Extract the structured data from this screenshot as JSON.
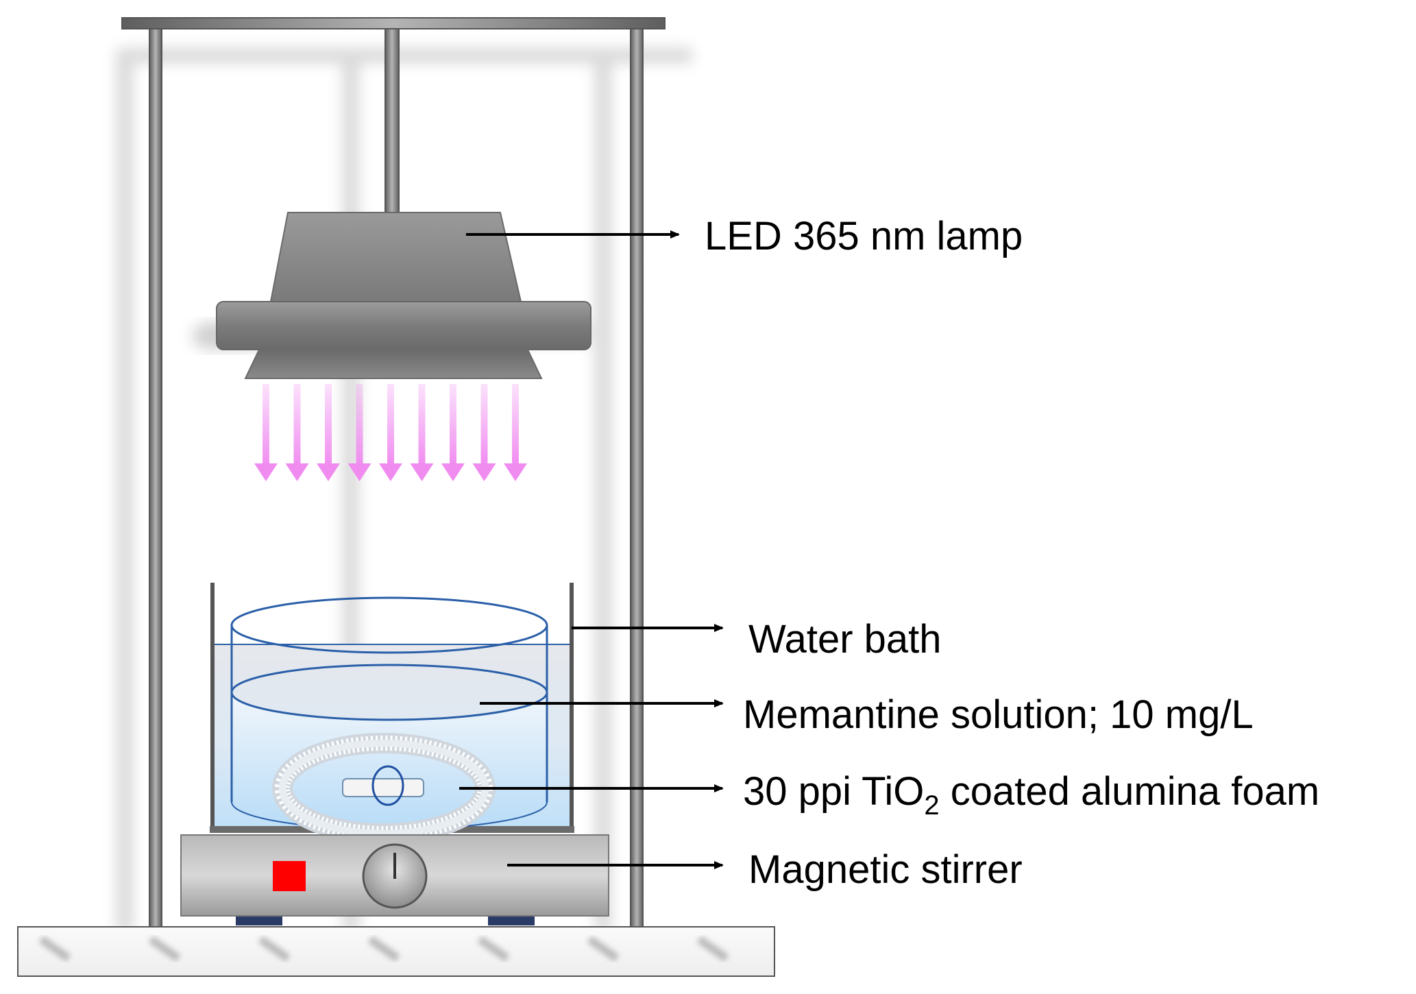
{
  "labels": {
    "lamp": "LED 365 nm lamp",
    "water_bath": "Water bath",
    "solution": "Memantine solution; 10 mg/L",
    "foam_prefix": "30 ppi TiO",
    "foam_subscript": "2",
    "foam_suffix": " coated alumina foam",
    "stirrer": "Magnetic stirrer"
  },
  "colors": {
    "uv_arrows": "#f08cf0",
    "stirrer_indicator": "#ff0000",
    "water": "#cfe6f7",
    "frame": "#808080"
  },
  "icons": {
    "lamp": "led-lamp-icon",
    "uv_light": "uv-arrow-icon",
    "beaker": "beaker-icon",
    "foam": "foam-ring-icon",
    "stirrer": "magnetic-stirrer-icon"
  }
}
